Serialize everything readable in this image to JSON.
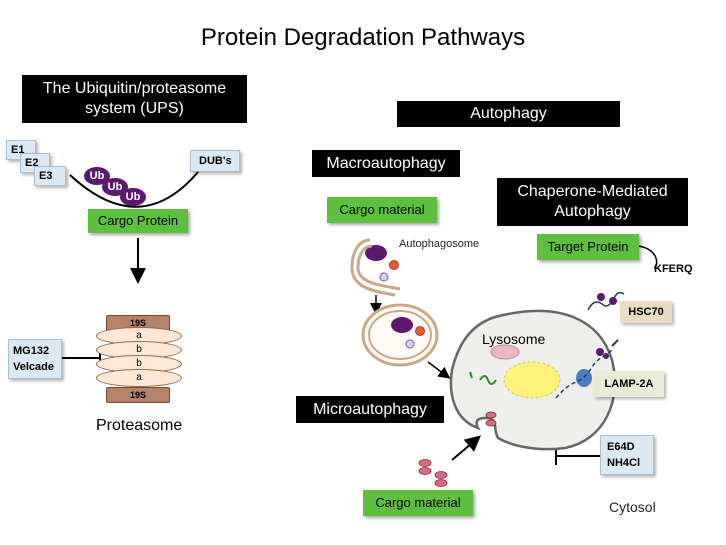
{
  "title": "Protein Degradation Pathways",
  "ups": {
    "header": "The Ubiquitin/proteasome system (UPS)",
    "e1": "E1",
    "e2": "E2",
    "e3": "E3",
    "ub": "Ub",
    "dubs": "DUB's",
    "cargo": "Cargo Protein",
    "proteasome_layers": [
      "19S",
      "a",
      "b",
      "b",
      "a",
      "19S"
    ],
    "inhibitor_line1": "MG132",
    "inhibitor_line2": "Velcade",
    "proteasome_label": "Proteasome"
  },
  "autophagy": {
    "header": "Autophagy",
    "macro": "Macroautophagy",
    "macro_cargo": "Cargo material",
    "autophagosome": "Autophagosome",
    "cma_header": "Chaperone-Mediated Autophagy",
    "target": "Target Protein",
    "kferq": "KFERQ",
    "hsc70": "HSC70",
    "lysosome": "Lysosome",
    "lamp2a": "LAMP-2A",
    "micro": "Microautophagy",
    "inhibitor_line1": "E64D",
    "inhibitor_line2": "NH4Cl",
    "micro_cargo": "Cargo material",
    "cytosol": "Cytosol"
  },
  "colors": {
    "green_box": "#5fbf3f",
    "purple": "#5b1a6e",
    "lysosome_fill": "#eeeeea",
    "lumen_yellow": "#fff27a",
    "membrane": "#c9a88a"
  }
}
